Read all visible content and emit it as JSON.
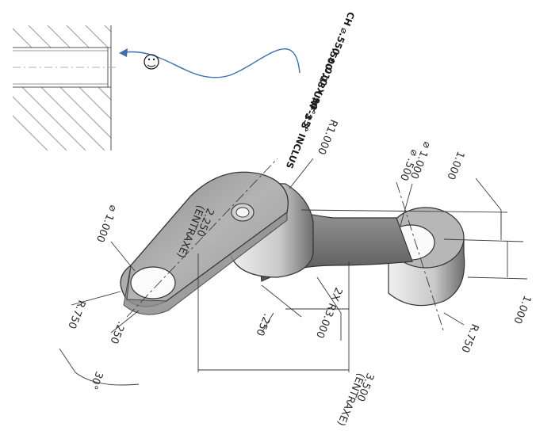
{
  "inset_note": {
    "line1": "CH ⌀.550 ±.010 X 90°±5° INCLUS",
    "line2": ".500-.13 UNF-3 3′"
  },
  "dimensions": {
    "r_top": "R1.000",
    "dia_right_1": "⌀ 1.000",
    "dia_right_2": "⌀ .500",
    "len_top": "1.000",
    "len_right": "1.000",
    "center_dist": "2.250",
    "center_dist_sub": "(ENTRAXE)",
    "dia_left": "⌀ 1.000",
    "r_left": "R.750",
    "thick_left": ".250",
    "angle": "30°",
    "thick_mid": ".250",
    "arm_radius": "2X R3.000",
    "r_right": "R.750",
    "overall": "3.500",
    "overall_sub": "(ENTRAXE)"
  },
  "colors": {
    "line": "#2a2a2a",
    "arrow": "#3a6fb0",
    "hatch": "#9a9a9a",
    "part_light": "#e6e6e6",
    "part_mid": "#bdbdbd",
    "part_dark": "#7d7d7d"
  }
}
